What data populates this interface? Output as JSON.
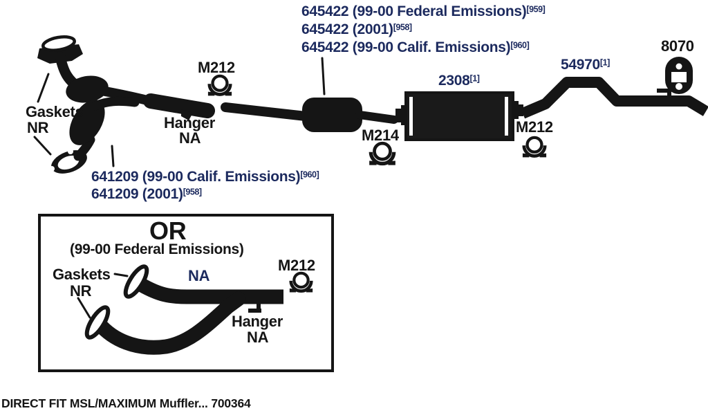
{
  "colors": {
    "navy": "#1c2a5e",
    "ink": "#151515",
    "paper": "#ffffff"
  },
  "main": {
    "part_645422": {
      "lines": [
        {
          "text": "645422 (99-00 Federal Emissions)",
          "sup": "[959]"
        },
        {
          "text": "645422 (2001)",
          "sup": "[958]"
        },
        {
          "text": "645422 (99-00 Calif. Emissions)",
          "sup": "[960]"
        }
      ]
    },
    "part_641209": {
      "lines": [
        {
          "text": "641209 (99-00 Calif. Emissions)",
          "sup": "[960]"
        },
        {
          "text": "641209 (2001)",
          "sup": "[958]"
        }
      ]
    },
    "muffler_label": {
      "text": "2308",
      "sup": "[1]"
    },
    "tailpipe_label": {
      "text": "54970",
      "sup": "[1]"
    },
    "bracket_label": {
      "text": "8070"
    },
    "clamp_front": "M212",
    "clamp_mid": "M214",
    "clamp_rear": "M212",
    "gaskets": {
      "line1": "Gaskets",
      "line2": "NR"
    },
    "hanger": {
      "line1": "Hanger",
      "line2": "NA"
    }
  },
  "alt_box": {
    "title": "OR",
    "subtitle": "(99-00 Federal Emissions)",
    "gaskets": {
      "line1": "Gaskets",
      "line2": "NR"
    },
    "pipe_label": "NA",
    "clamp": "M212",
    "hanger": {
      "line1": "Hanger",
      "line2": "NA"
    }
  },
  "footer": {
    "text": "DIRECT FIT MSL/MAXIMUM Muffler... 700364"
  }
}
